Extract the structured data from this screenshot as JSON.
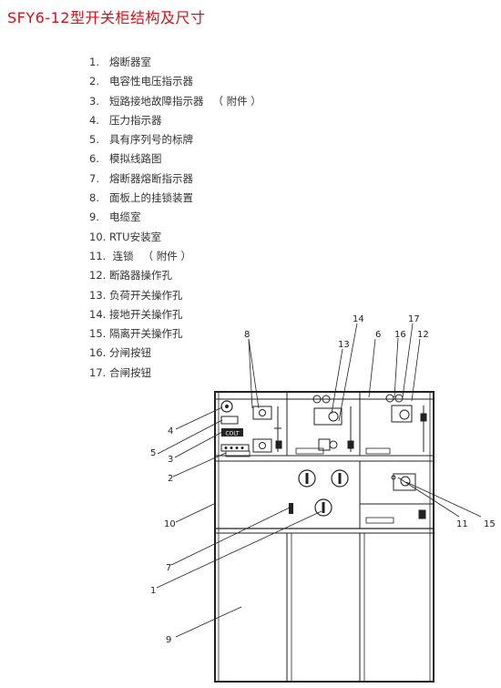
{
  "title": "SFY6-12型开关柜结构及尺寸",
  "legend": [
    {
      "num": "1.",
      "text": "熔断器室"
    },
    {
      "num": "2.",
      "text": "电容性电压指示器"
    },
    {
      "num": "3.",
      "text": "短路接地故障指示器",
      "note": "（ 附件 ）"
    },
    {
      "num": "4.",
      "text": "压力指示器"
    },
    {
      "num": "5.",
      "text": "具有序列号的标牌"
    },
    {
      "num": "6.",
      "text": "模拟线路图"
    },
    {
      "num": "7.",
      "text": "熔断器熔断指示器"
    },
    {
      "num": "8.",
      "text": "面板上的挂锁装置"
    },
    {
      "num": "9.",
      "text": "电缆室"
    },
    {
      "num": "10.",
      "text": "RTU安装室"
    },
    {
      "num": "11.",
      "text": " 连锁",
      "note": "（ 附件 ）"
    },
    {
      "num": "12.",
      "text": "断路器操作孔"
    },
    {
      "num": "13.",
      "text": "负荷开关操作孔"
    },
    {
      "num": "14.",
      "text": "接地开关操作孔"
    },
    {
      "num": "15.",
      "text": "隔离开关操作孔"
    },
    {
      "num": "16.",
      "text": "分闸按钮"
    },
    {
      "num": "17.",
      "text": "合闸按钮"
    }
  ],
  "callouts": [
    "1",
    "2",
    "3",
    "4",
    "5",
    "6",
    "7",
    "8",
    "9",
    "10",
    "11",
    "12",
    "13",
    "14",
    "15",
    "16",
    "17"
  ],
  "panel_text": "COLT"
}
